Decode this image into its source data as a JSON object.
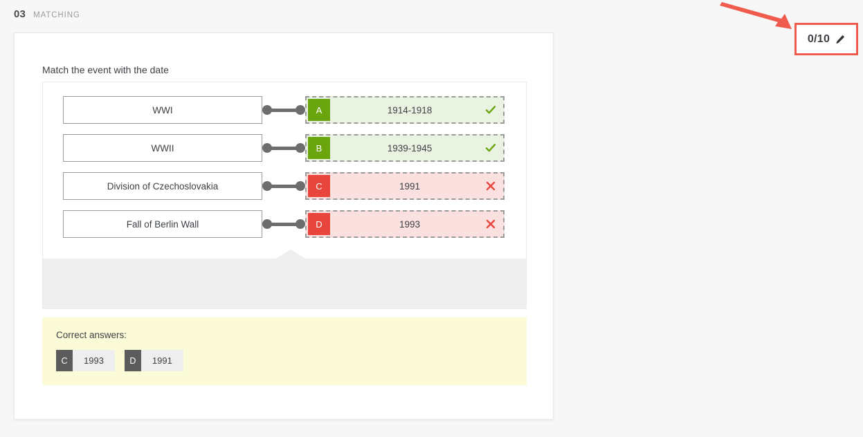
{
  "header": {
    "number": "03",
    "type_label": "MATCHING"
  },
  "score_badge": {
    "value": "0/10",
    "edit_icon": "pencil-icon",
    "border_color": "#ef5b4c"
  },
  "annotation": {
    "arrow_icon": "arrow-pointing-right-down",
    "color": "#ef5b4c"
  },
  "question": {
    "prompt": "Match the event with the date",
    "rows": [
      {
        "event": "WWI",
        "letter": "A",
        "answer": "1914-1918",
        "status": "correct",
        "status_icon": "check-icon",
        "badge_color": "#6ba50e",
        "fill_color": "#eaf3e2"
      },
      {
        "event": "WWII",
        "letter": "B",
        "answer": "1939-1945",
        "status": "correct",
        "status_icon": "check-icon",
        "badge_color": "#6ba50e",
        "fill_color": "#eaf3e2"
      },
      {
        "event": "Division of Czechoslovakia",
        "letter": "C",
        "answer": "1991",
        "status": "incorrect",
        "status_icon": "cross-icon",
        "badge_color": "#e8453c",
        "fill_color": "#fbe0e0"
      },
      {
        "event": "Fall of Berlin Wall",
        "letter": "D",
        "answer": "1993",
        "status": "incorrect",
        "status_icon": "cross-icon",
        "badge_color": "#e8453c",
        "fill_color": "#fbe0e0"
      }
    ]
  },
  "correct_answers": {
    "title": "Correct answers:",
    "items": [
      {
        "letter": "C",
        "value": "1993"
      },
      {
        "letter": "D",
        "value": "1991"
      }
    ]
  }
}
